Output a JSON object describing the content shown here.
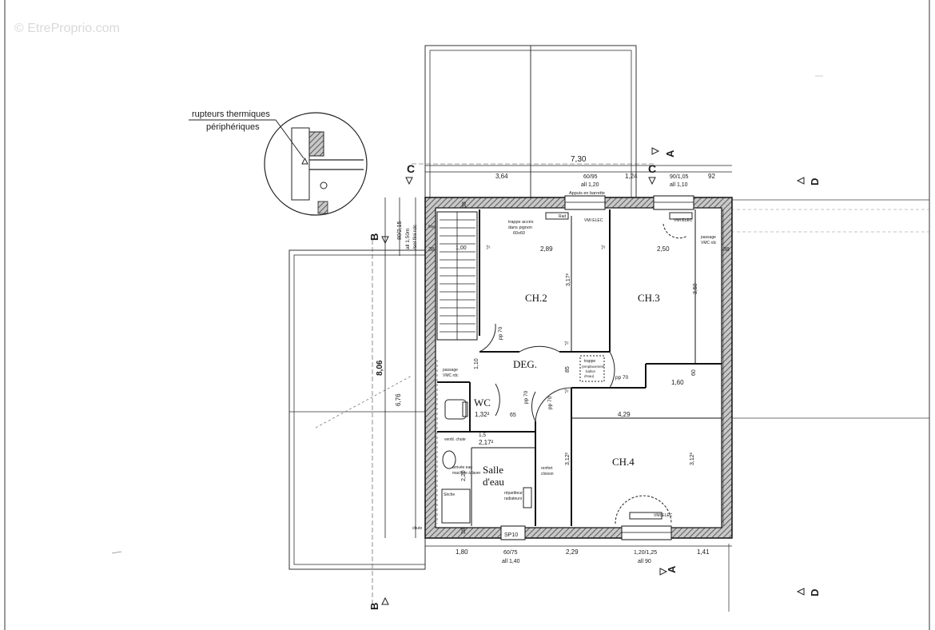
{
  "watermark": "© EtreProprio.com",
  "detail": {
    "label_line1": "rupteurs thermiques",
    "label_line2": "périphériques"
  },
  "rooms": {
    "ch2": "CH.2",
    "ch3": "CH.3",
    "ch4": "CH.4",
    "deg": "DEG.",
    "wc": "WC",
    "wc_area": "1,32²",
    "salle_line1": "Salle",
    "salle_line2": "d'eau",
    "sde_area": "2,17²"
  },
  "section_marks": {
    "a": "A",
    "b": "B",
    "c": "C",
    "d": "D"
  },
  "dimensions": {
    "total_width": "7,30",
    "total_height": "8,06",
    "top_364": "3,64",
    "top_6095": "60/95",
    "top_all120": "all 1,20",
    "top_124": "1,24",
    "top_90105": "90/1,05",
    "top_all110": "all 1,10",
    "top_92": "92",
    "appuis": "Appuis en barrette",
    "bottom_180": "1,80",
    "bottom_6075": "60/75",
    "bottom_all140": "all 1,40",
    "bottom_229": "2,29",
    "bottom_120125": "1,20/1,25",
    "bottom_all90": "all 90",
    "bottom_141": "1,41",
    "sp10": "SP10",
    "left_80215": "80/2,15",
    "left_all150": "all 1,50m",
    "left_sol": "/sol fini rdc",
    "left_676": "6,76",
    "left_110": "1,10",
    "left_220": "2,20",
    "d289": "2,89",
    "d250": "2,50",
    "d317": "3,17²",
    "d350": "3,50",
    "d429": "4,29",
    "d312a": "3,12²",
    "d312b": "3,12²",
    "d160": "1,60",
    "d85": "85",
    "d65": "65",
    "d100": "1,00",
    "d38": "38",
    "d60": "60",
    "d50": "50",
    "d7": "7²",
    "pp70": "pp 70",
    "d75": "75",
    "d155": "1,5"
  },
  "annotations": {
    "trappe_line1": "trappe accès",
    "trappe_line2": "dans pignon",
    "trappe_line3": "60x60",
    "rad": "Rad",
    "vmc": "VMI ELEC",
    "vmc2": "VMI ELEC",
    "vmc3": "VMI ELEC",
    "trappe2_line1": "trappe",
    "trappe2_line2": "(emplacement",
    "trappe2_line3": "ballon",
    "trappe2_line4": "d'eau)",
    "passage_line1": "passage",
    "passage_line2": "VMC rdc",
    "passage2_line1": "passage",
    "passage2_line2": "VMC rdc",
    "ventil": "ventil. chute",
    "arrivee_line1": "arrivée eau",
    "arrivee_line2": "machine à laver",
    "renfort_line1": "renfort",
    "renfort_line2": "cloison",
    "repartiteur_line1": "répartiteur",
    "repartiteur_line2": "radiateurs",
    "fixe": "fixe",
    "chute": "chute",
    "seche": "Sèche"
  },
  "colors": {
    "line": "#1a1a1a",
    "wall_fill": "#9a9a9a",
    "hatch": "#555555",
    "watermark": "#d9d9d9"
  }
}
